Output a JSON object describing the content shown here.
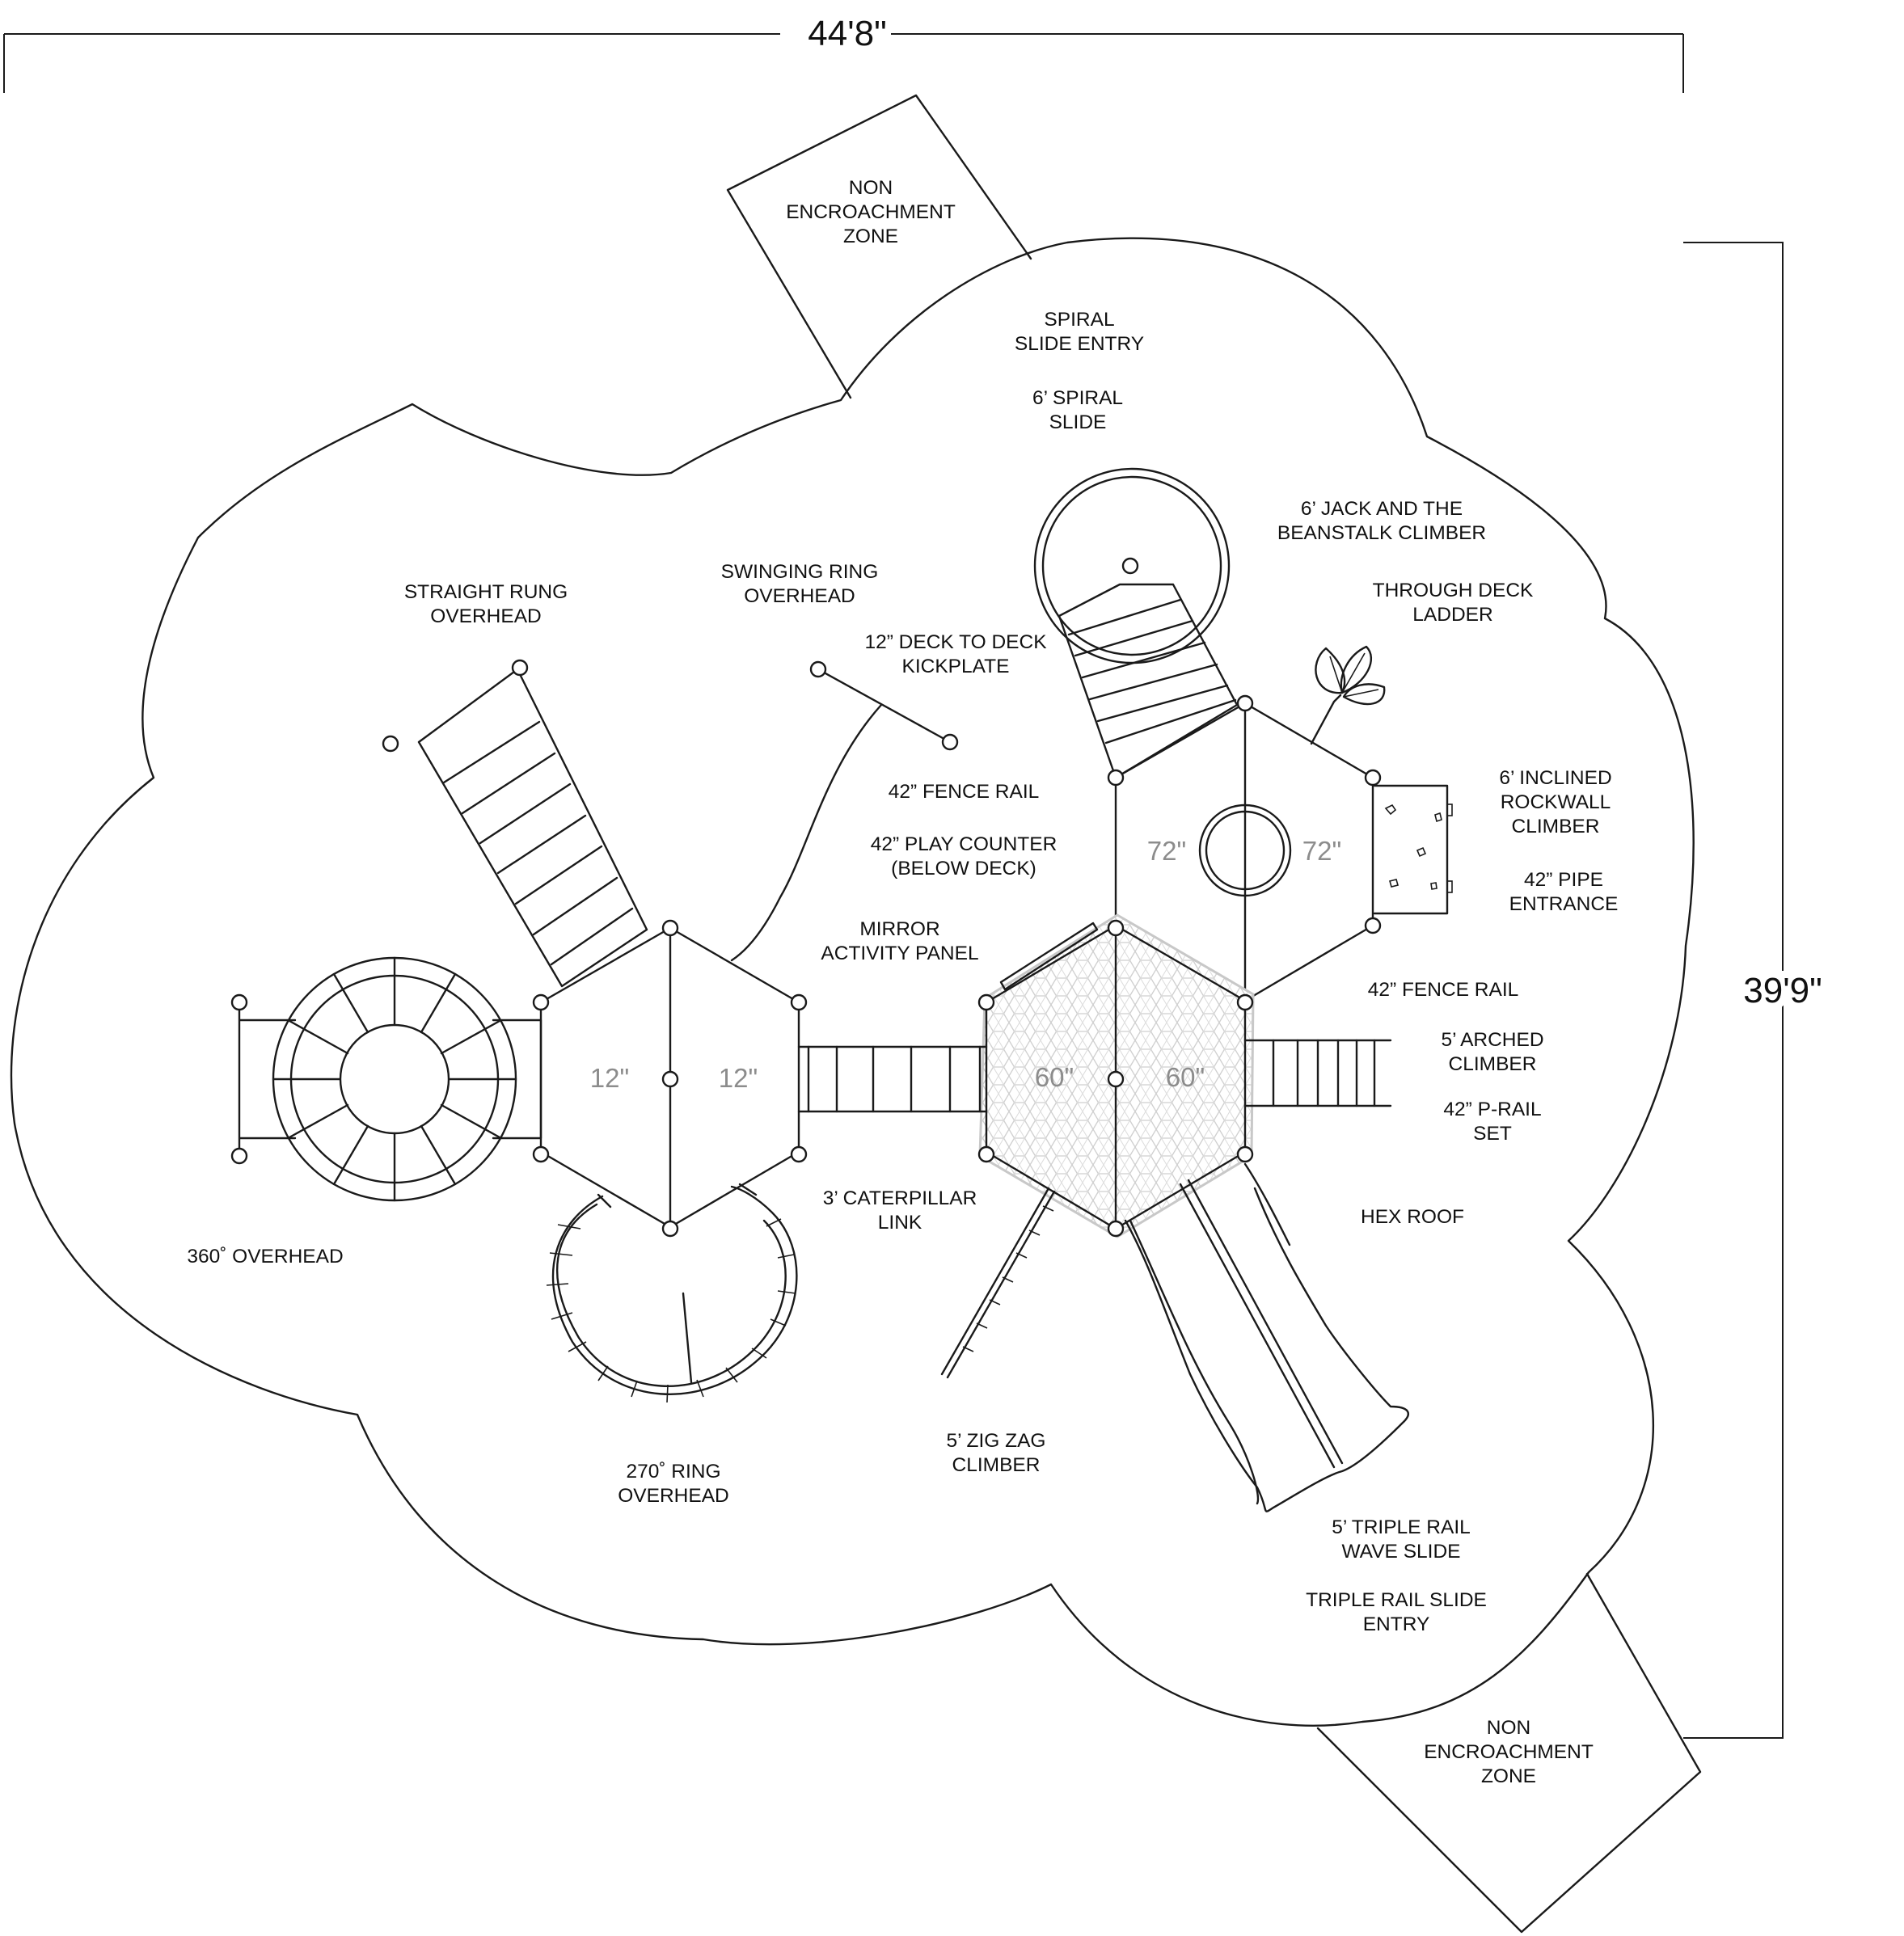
{
  "dimensions": {
    "width": "44'8\"",
    "depth": "39'9\""
  },
  "deck_heights": {
    "deck_a_left": "12\"",
    "deck_a_right": "12\"",
    "deck_b_left": "60\"",
    "deck_b_right": "60\"",
    "deck_c_left": "72\"",
    "deck_c_right": "72\""
  },
  "labels": {
    "nez_top": [
      "NON",
      "ENCROACHMENT",
      "ZONE"
    ],
    "nez_bottom": [
      "NON",
      "ENCROACHMENT",
      "ZONE"
    ],
    "spiral_entry": [
      "SPIRAL",
      "SLIDE ENTRY"
    ],
    "spiral_slide": [
      "6’ SPIRAL",
      "SLIDE"
    ],
    "jack_climber": [
      "6’ JACK AND THE",
      "BEANSTALK CLIMBER"
    ],
    "through_deck": [
      "THROUGH DECK",
      "LADDER"
    ],
    "straight_rung": [
      "STRAIGHT RUNG",
      "OVERHEAD"
    ],
    "swinging_ring": [
      "SWINGING RING",
      "OVERHEAD"
    ],
    "kickplate": [
      "12” DECK TO DECK",
      "KICKPLATE"
    ],
    "fence_rail_1": [
      "42” FENCE RAIL"
    ],
    "play_counter": [
      "42” PLAY COUNTER",
      "(BELOW DECK)"
    ],
    "mirror_panel": [
      "MIRROR",
      "ACTIVITY PANEL"
    ],
    "rockwall": [
      "6’ INCLINED",
      "ROCKWALL",
      "CLIMBER"
    ],
    "pipe_entrance": [
      "42” PIPE",
      "ENTRANCE"
    ],
    "fence_rail_2": [
      "42” FENCE RAIL"
    ],
    "arched_climber": [
      "5’ ARCHED",
      "CLIMBER"
    ],
    "p_rail": [
      "42” P-RAIL",
      "SET"
    ],
    "hex_roof": [
      "HEX ROOF"
    ],
    "caterpillar": [
      "3’ CATERPILLAR",
      "LINK"
    ],
    "overhead_360": [
      "360˚ OVERHEAD"
    ],
    "zigzag": [
      "5’ ZIG ZAG",
      "CLIMBER"
    ],
    "ring_270": [
      "270˚ RING",
      "OVERHEAD"
    ],
    "wave_slide": [
      "5’ TRIPLE RAIL",
      "WAVE SLIDE"
    ],
    "triple_entry": [
      "TRIPLE RAIL SLIDE",
      "ENTRY"
    ]
  }
}
